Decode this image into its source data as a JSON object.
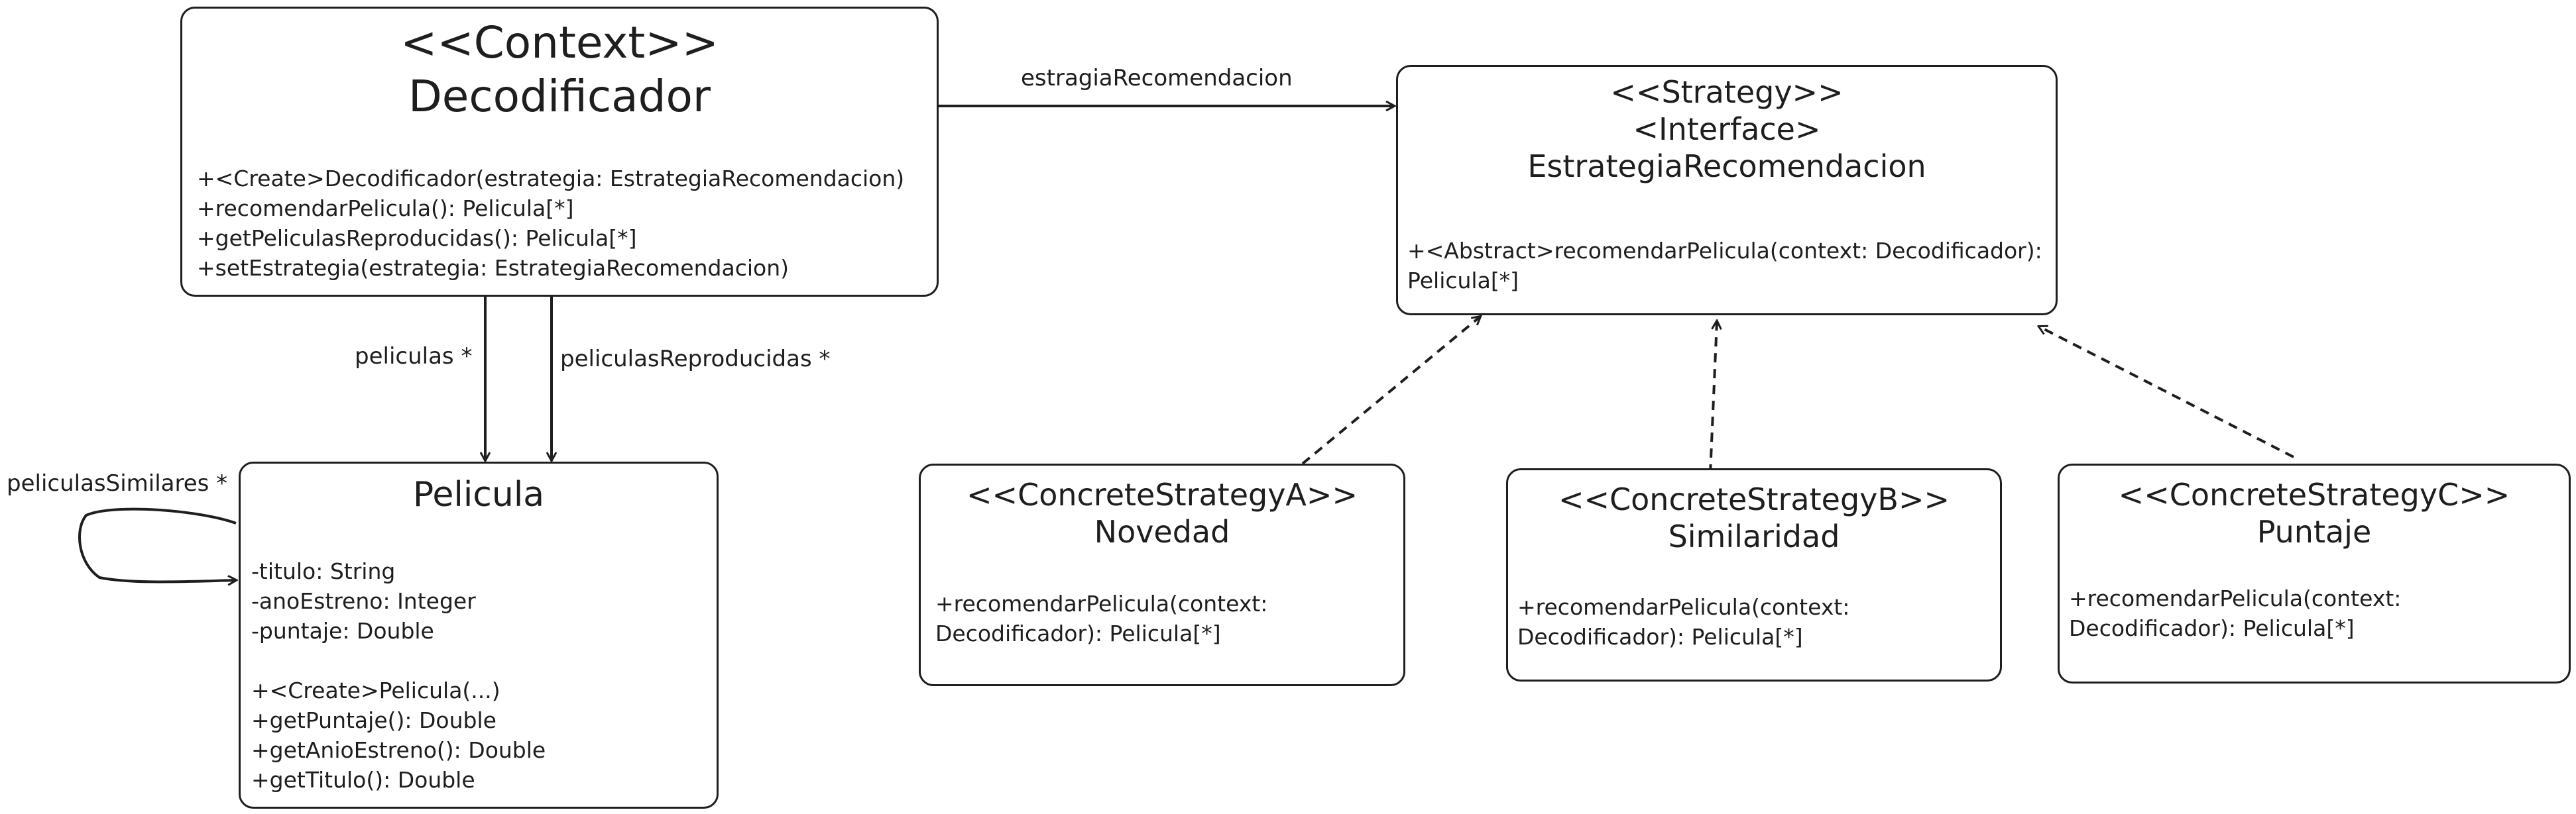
{
  "context": {
    "stereotype": "<<Context>>",
    "name": "Decodificador",
    "methods": [
      "+<Create>Decodificador(estrategia: EstrategiaRecomendacion)",
      "+recomendarPelicula(): Pelicula[*]",
      "+getPeliculasReproducidas(): Pelicula[*]",
      "+setEstrategia(estrategia: EstrategiaRecomendacion)"
    ]
  },
  "strategy": {
    "stereotype": "<<Strategy>>",
    "kind": "<Interface>",
    "name": "EstrategiaRecomendacion",
    "methods": [
      "+<Abstract>recomendarPelicula(context: Decodificador):",
      "Pelicula[*]"
    ]
  },
  "pelicula": {
    "name": "Pelicula",
    "attributes": [
      "-titulo: String",
      "-anoEstreno: Integer",
      "-puntaje: Double"
    ],
    "methods": [
      "+<Create>Pelicula(...)",
      "+getPuntaje(): Double",
      "+getAnioEstreno(): Double",
      "+getTitulo(): Double"
    ]
  },
  "concrete_a": {
    "stereotype": "<<ConcreteStrategyA>>",
    "name": "Novedad",
    "methods": [
      "+recomendarPelicula(context:",
      "Decodificador): Pelicula[*]"
    ]
  },
  "concrete_b": {
    "stereotype": "<<ConcreteStrategyB>>",
    "name": "Similaridad",
    "methods": [
      "+recomendarPelicula(context:",
      "Decodificador): Pelicula[*]"
    ]
  },
  "concrete_c": {
    "stereotype": "<<ConcreteStrategyC>>",
    "name": "Puntaje",
    "methods": [
      "+recomendarPelicula(context:",
      "Decodificador): Pelicula[*]"
    ]
  },
  "labels": {
    "strategy_assoc": "estragiaRecomendacion",
    "peliculas": "peliculas *",
    "reproducidas": "peliculasReproducidas *",
    "similares": "peliculasSimilares *"
  },
  "colors": {
    "stroke": "#1e1e1e",
    "background": "#ffffff"
  }
}
